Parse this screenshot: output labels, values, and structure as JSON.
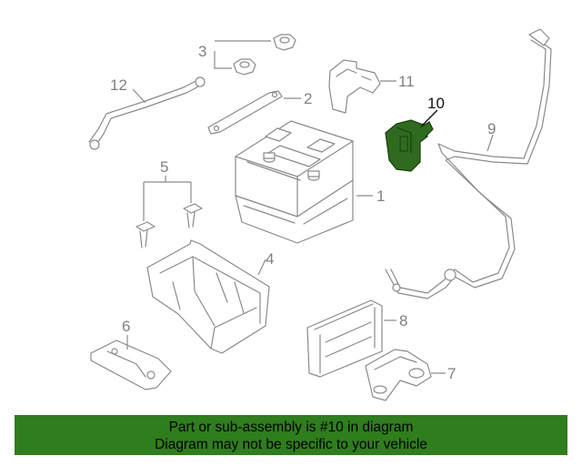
{
  "callouts": {
    "c1": "1",
    "c2": "2",
    "c3": "3",
    "c4": "4",
    "c5": "5",
    "c6": "6",
    "c7": "7",
    "c8": "8",
    "c9": "9",
    "c10": "10",
    "c11": "11",
    "c12": "12"
  },
  "highlight": {
    "part": "10",
    "color": "#2f6b1f"
  },
  "banner": {
    "line1": "Part or sub-assembly is #10 in diagram",
    "line2": "Diagram may not be specific to your vehicle",
    "background": "#2f7d1d"
  }
}
